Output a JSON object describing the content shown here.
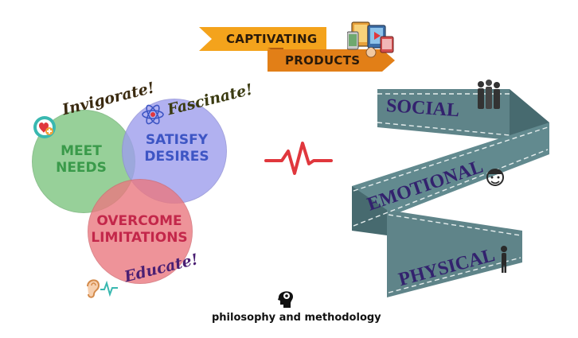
{
  "banner": {
    "line1": "CAPTIVATING",
    "line2": "PRODUCTS"
  },
  "venn": {
    "circles": [
      {
        "line1": "MEET",
        "line2": "NEEDS",
        "color": "#7dc480",
        "text_color": "#3a9a4a"
      },
      {
        "line1": "SATISFY",
        "line2": "DESIRES",
        "color": "#9e9eec",
        "text_color": "#3d55c4"
      },
      {
        "line1": "OVERCOME",
        "line2": "LIMITATIONS",
        "color": "#ea7880",
        "text_color": "#c3274a"
      }
    ],
    "verbs": [
      "Invigorate!",
      "Fascinate!",
      "Educate!"
    ]
  },
  "ribbon": {
    "labels": [
      "SOCIAL",
      "EMOTIONAL",
      "PHYSICAL"
    ],
    "color": "#5f8489"
  },
  "pulse_color": "#e0373d",
  "footer": {
    "caption": "philosophy and methodology"
  },
  "icons": [
    "devices-icon",
    "heart-plus-icon",
    "atom-icon",
    "ear-wave-icon",
    "people-icon",
    "face-icon",
    "standing-person-icon",
    "gear-head-icon"
  ]
}
